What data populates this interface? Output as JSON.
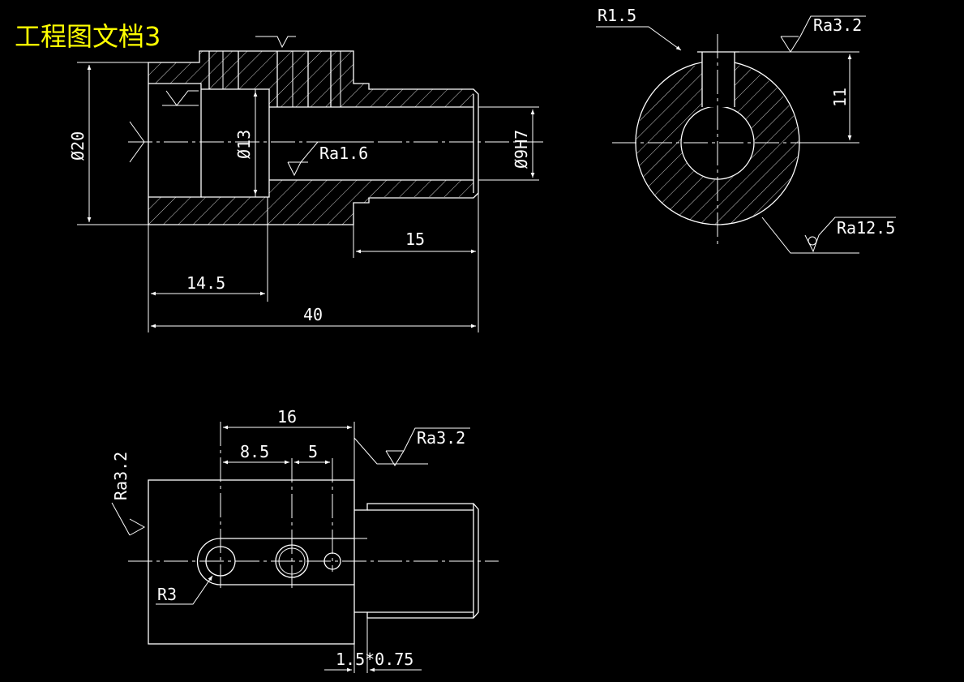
{
  "title": "工程图文档3",
  "colors": {
    "background": "#000000",
    "lines": "#ffffff",
    "title": "#ffff00"
  },
  "front_view": {
    "dims": {
      "dia_outer": "Ø20",
      "dia_bore": "Ø13",
      "dia_h7": "Ø9H7",
      "len_small": "15",
      "len_bore": "14.5",
      "len_total": "40"
    },
    "roughness": {
      "bore": "Ra1.6"
    }
  },
  "side_view": {
    "radius": "R1.5",
    "roughness_top": "Ra3.2",
    "height": "11",
    "roughness_body": "Ra12.5"
  },
  "top_view": {
    "dims": {
      "d16": "16",
      "d85": "8.5",
      "d5": "5",
      "r3": "R3",
      "thread": "1.5*0.75"
    },
    "roughness": {
      "right": "Ra3.2",
      "left": "Ra3.2"
    }
  }
}
